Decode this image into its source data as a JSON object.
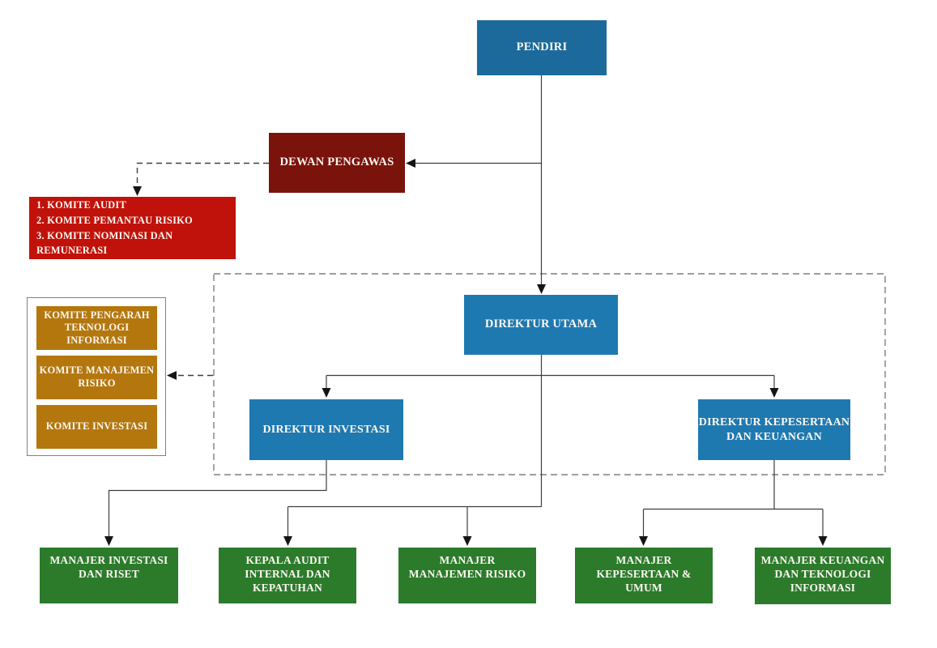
{
  "colors": {
    "canvas_bg": "#ffffff",
    "box_text": "#fdf8f2",
    "blue_primary": "#1c6a9b",
    "blue_secondary": "#1f79b1",
    "maroon": "#7a130b",
    "red": "#c0120a",
    "orange": "#b4770e",
    "green": "#2b7b2b",
    "line": "#3e3e3e",
    "dash": "#7f7f7f",
    "panel_border": "#808080"
  },
  "org": {
    "pendiri": {
      "label": "PENDIRI"
    },
    "dewan_pengawas": {
      "label": "DEWAN PENGAWAS"
    },
    "komite_pengawas": {
      "items": [
        "1. KOMITE AUDIT",
        "2. KOMITE PEMANTAU RISIKO",
        "3. KOMITE NOMINASI DAN REMUNERASI"
      ]
    },
    "direktur_utama": {
      "label": "DIREKTUR UTAMA"
    },
    "komite_direksi": {
      "items": [
        "KOMITE PENGARAH\nTEKNOLOGI\nINFORMASI",
        "KOMITE MANAJEMEN\nRISIKO",
        "KOMITE INVESTASI"
      ]
    },
    "direktur_investasi": {
      "label": "DIREKTUR INVESTASI"
    },
    "direktur_kepesertaan": {
      "label": "DIREKTUR KEPESERTAAN\nDAN KEUANGAN"
    },
    "manajer_investasi": {
      "label": "MANAJER INVESTASI\nDAN RISET"
    },
    "kepala_audit": {
      "label": "KEPALA AUDIT\nINTERNAL DAN\nKEPATUHAN"
    },
    "manajer_risiko": {
      "label": "MANAJER\nMANAJEMEN RISIKO"
    },
    "manajer_kepesertaan": {
      "label": "MANAJER\nKEPESERTAAN &\nUMUM"
    },
    "manajer_keuangan": {
      "label": "MANAJER KEUANGAN\nDAN TEKNOLOGI\nINFORMASI"
    }
  }
}
